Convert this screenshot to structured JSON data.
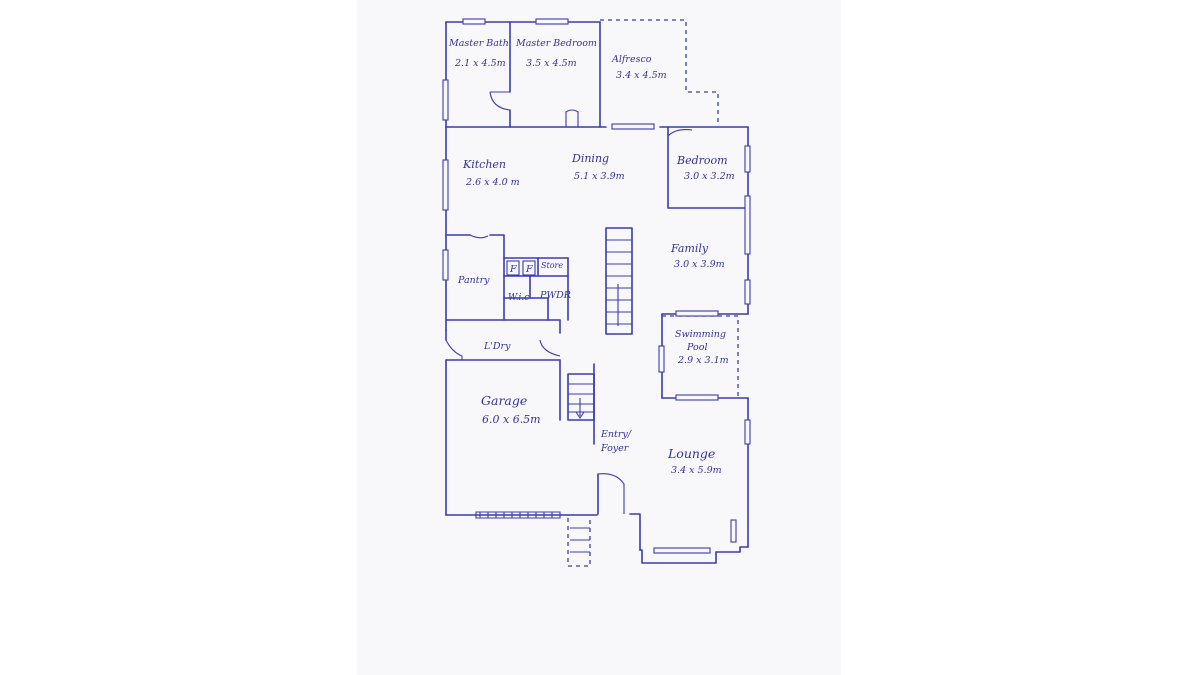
{
  "rooms": {
    "master_bath": {
      "name": "Master Bath",
      "size": "2.1 x 4.5m"
    },
    "master_bedroom": {
      "name": "Master Bedroom",
      "size": "3.5 x 4.5m"
    },
    "alfresco": {
      "name": "Alfresco",
      "size": "3.4 x 4.5m"
    },
    "kitchen": {
      "name": "Kitchen",
      "size": "2.6 x 4.0 m"
    },
    "dining": {
      "name": "Dining",
      "size": "5.1 x 3.9m"
    },
    "bedroom": {
      "name": "Bedroom",
      "size": "3.0 x 3.2m"
    },
    "family": {
      "name": "Family",
      "size": "3.0 x 3.9m"
    },
    "pantry": {
      "name": "Pantry"
    },
    "fridge_1": {
      "name": "F"
    },
    "fridge_2": {
      "name": "F"
    },
    "store": {
      "name": "Store"
    },
    "wic": {
      "name": "W.i.c"
    },
    "pwdr": {
      "name": "PWDR"
    },
    "laundry": {
      "name": "L'Dry"
    },
    "swimming_pool": {
      "line1": "Swimming",
      "line2": "Pool",
      "size": "2.9 x 3.1m"
    },
    "garage": {
      "name": "Garage",
      "size": "6.0 x 6.5m"
    },
    "entry": {
      "line1": "Entry/",
      "line2": "Foyer"
    },
    "lounge": {
      "name": "Lounge",
      "size": "3.4 x 5.9m"
    }
  },
  "colors": {
    "ink": "#3b3bb0",
    "paper": "#f8f8fa",
    "background": "#ffffff"
  }
}
